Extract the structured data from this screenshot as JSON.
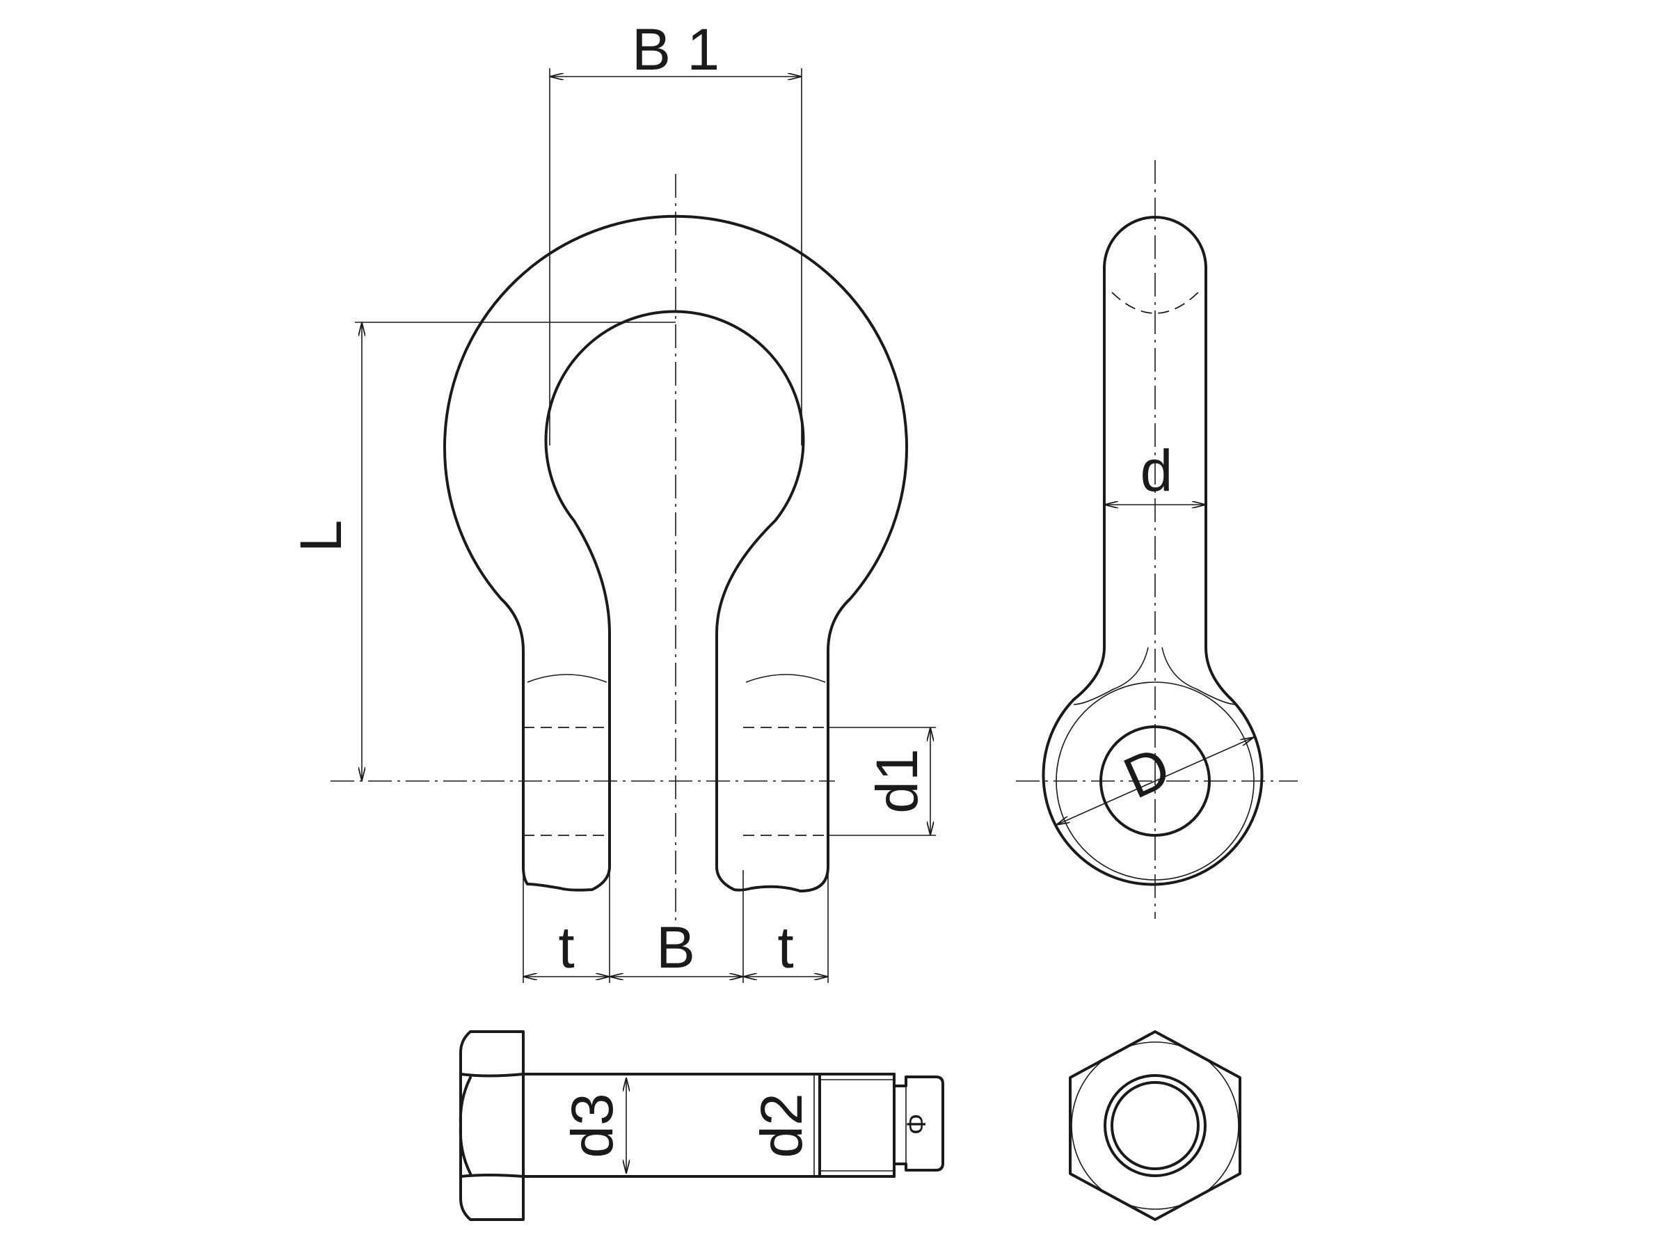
{
  "labels": {
    "b1": "B 1",
    "l": "L",
    "d": "d",
    "d1": "d1",
    "d_cap": "D",
    "t_left": "t",
    "b": "B",
    "t_right": "t",
    "d3": "d3",
    "d2": "d2",
    "pin_hole": "Φ"
  },
  "colors": {
    "line": "#1a1a1a",
    "background": "#ffffff"
  }
}
